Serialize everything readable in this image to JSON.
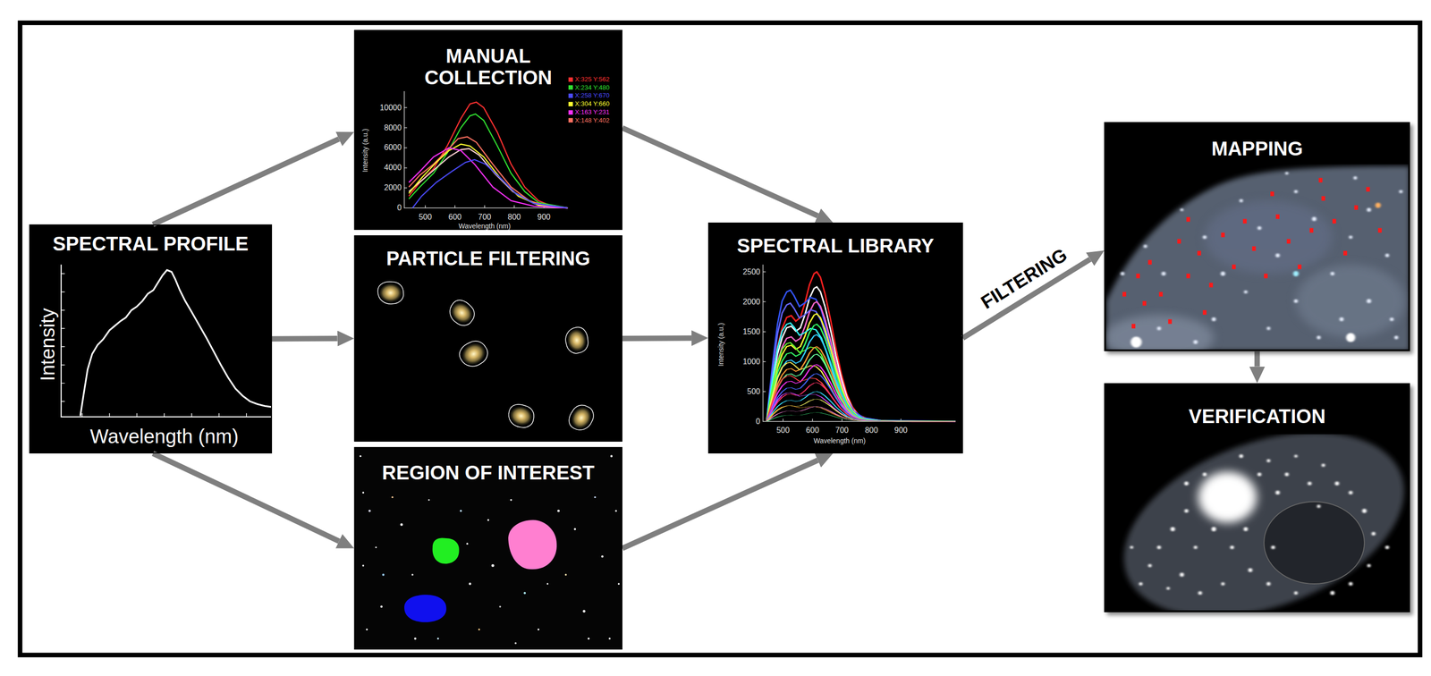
{
  "diagram": {
    "nodes": [
      {
        "text": [
          "SPECTRAL PROFILE"
        ]
      },
      {
        "text": [
          "MANUAL COLLECTION"
        ]
      },
      {
        "text": [
          "PARTICLE FILTERING"
        ]
      },
      {
        "text": [
          "REGION OF INTEREST"
        ]
      },
      {
        "text": [
          "SPECTRAL LIBRARY"
        ]
      },
      {
        "text": [
          "MAPPING"
        ]
      },
      {
        "text": [
          "VERIFICATION"
        ]
      }
    ],
    "edges": [
      {
        "from": 0,
        "to": 1,
        "arrow": "to"
      },
      {
        "from": 0,
        "to": 2,
        "arrow": "to"
      },
      {
        "from": 0,
        "to": 3,
        "arrow": "to"
      },
      {
        "from": 1,
        "to": 4,
        "arrow": "to"
      },
      {
        "from": 2,
        "to": 4,
        "arrow": "to"
      },
      {
        "from": 3,
        "to": 4,
        "arrow": "to"
      },
      {
        "from": 4,
        "to": 5,
        "label": "FILTERING",
        "arrow": "to"
      },
      {
        "from": 5,
        "to": 6,
        "arrow": "to"
      }
    ],
    "labels": [
      "Intensity",
      "Wavelength (nm)",
      "10000",
      "8000",
      "6000",
      "4000",
      "2000",
      "0",
      "500",
      "600",
      "700",
      "800",
      "900",
      "Intensity (a.u.)",
      "Wavelength (nm)",
      "2500",
      "2000",
      "1500",
      "1000",
      "500",
      "0",
      "500",
      "600",
      "700",
      "800",
      "900",
      "Intensity (a.u.)",
      "Wavelength (nm)"
    ],
    "legend": [
      {
        "text": "X:325 Y:562",
        "color": "#ff3030"
      },
      {
        "text": "X:234 Y:480",
        "color": "#30e030"
      },
      {
        "text": "X:258 Y:670",
        "color": "#4a4aff"
      },
      {
        "text": "X:304 Y:660",
        "color": "#ffff30"
      },
      {
        "text": "X:163 Y:231",
        "color": "#ff30ff"
      },
      {
        "text": "X:148 Y:402",
        "color": "#ff7060"
      }
    ]
  }
}
